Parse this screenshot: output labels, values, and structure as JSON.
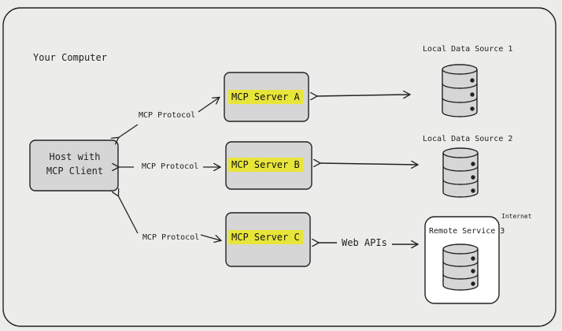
{
  "container_label": "Your Computer",
  "host": {
    "line1": "Host with",
    "line2": "MCP Client"
  },
  "protocol_labels": [
    "MCP Protocol",
    "MCP Protocol",
    "MCP Protocol"
  ],
  "servers": [
    "MCP Server A",
    "MCP Server B",
    "MCP Server C"
  ],
  "sources": [
    "Local Data Source 1",
    "Local Data Source 2"
  ],
  "remote": {
    "label": "Remote Service 3",
    "zone": "Internet"
  },
  "web_apis_label": "Web APIs",
  "colors": {
    "highlight": "#e8e53a",
    "box_fill": "#d6d6d6",
    "background": "#ececea"
  }
}
